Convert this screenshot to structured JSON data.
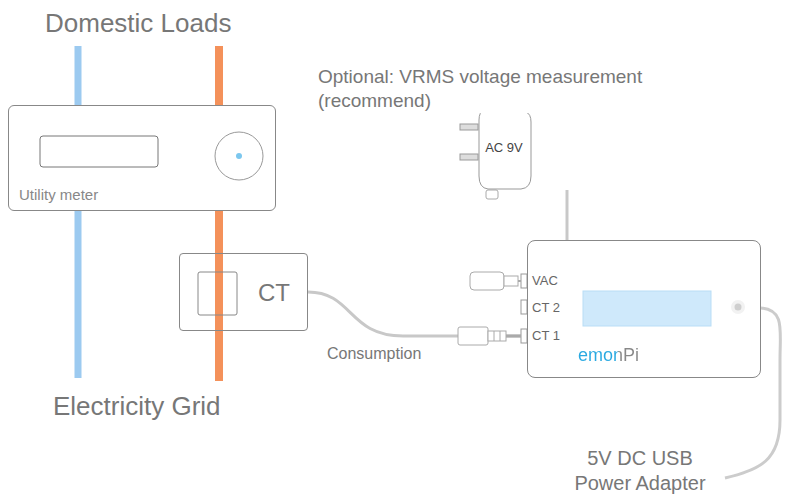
{
  "diagram": {
    "nodes": [
      {
        "text": [
          "Utility meter"
        ]
      },
      {
        "text": [
          "CT"
        ]
      },
      {
        "text": [
          "AC 9V"
        ]
      },
      {
        "text": [
          "emonPi"
        ]
      }
    ],
    "edges": [
      {
        "from": 0,
        "to": 1,
        "arrow": "none"
      },
      {
        "from": 1,
        "to": 3,
        "label": "Consumption",
        "arrow": "none"
      },
      {
        "from": 2,
        "to": 3,
        "arrow": "none"
      }
    ],
    "labels": [
      "Domestic Loads",
      "Electricity Grid",
      "Optional: VRMS voltage measurement (recommend)",
      "VAC",
      "CT 2",
      "CT 1",
      "5V DC USB Power Adapter"
    ]
  }
}
